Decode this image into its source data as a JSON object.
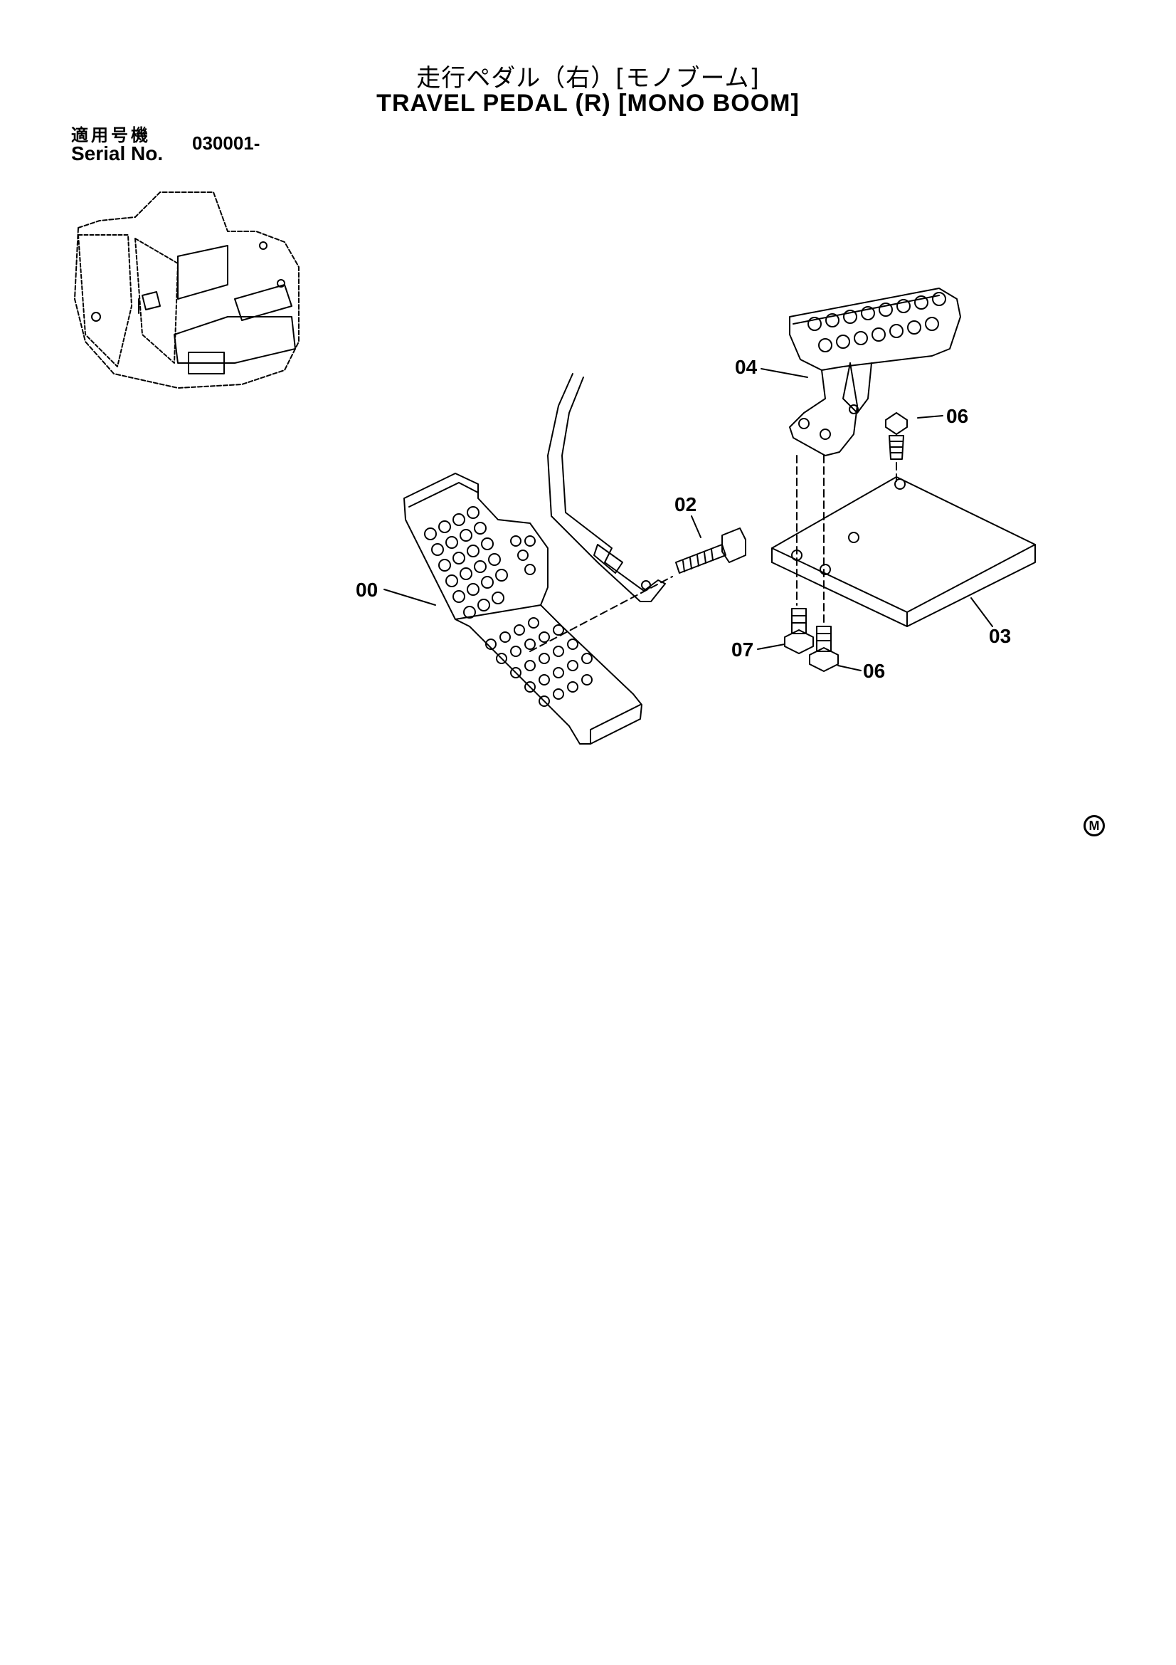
{
  "header": {
    "title_jp": "走行ペダル（右）[モノブーム]",
    "title_en": "TRAVEL PEDAL (R) [MONO BOOM]",
    "serial_label_jp": "適用号機",
    "serial_label_en": "Serial No.",
    "serial_value": "030001-"
  },
  "callouts": {
    "p00": "00",
    "p02": "02",
    "p03": "03",
    "p04": "04",
    "p06a": "06",
    "p06b": "06",
    "p07": "07"
  },
  "footer": {
    "mark": "M"
  }
}
